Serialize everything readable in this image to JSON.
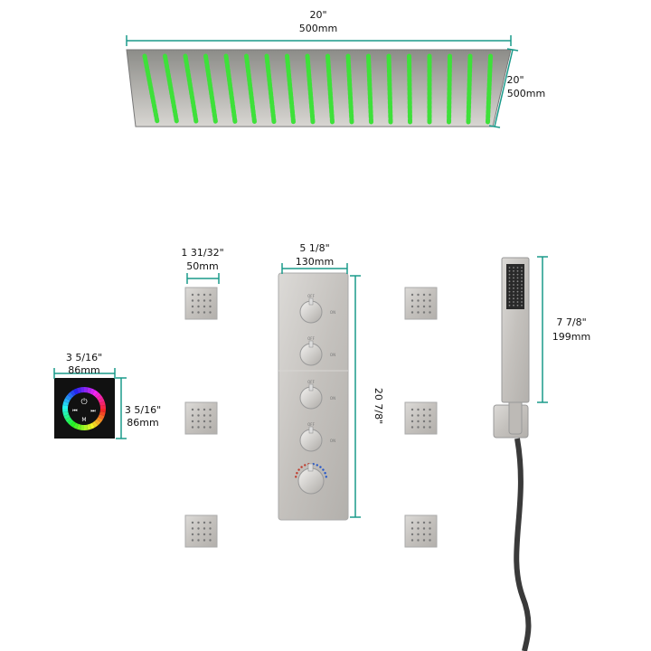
{
  "colors": {
    "dimension_line": "#1a9a8a",
    "led": "#3ee03a",
    "steel": "#c9c6c2"
  },
  "rain_shower": {
    "width_in": "20\"",
    "width_mm": "500mm",
    "depth_in": "20\"",
    "depth_mm": "500mm"
  },
  "body_jet": {
    "width_in": "1 31/32\"",
    "width_mm": "50mm"
  },
  "control_panel": {
    "width_in": "5 1/8\"",
    "width_mm": "130mm",
    "height_in": "20 7/8\"",
    "knob_labels": {
      "off": "OFF",
      "on": "ON"
    }
  },
  "touch_controller": {
    "width_in": "3 5/16\"",
    "width_mm": "86mm",
    "height_in": "3 5/16\"",
    "height_mm": "86mm",
    "button_mode": "M"
  },
  "hand_shower": {
    "height_in": "7 7/8\"",
    "height_mm": "199mm"
  }
}
